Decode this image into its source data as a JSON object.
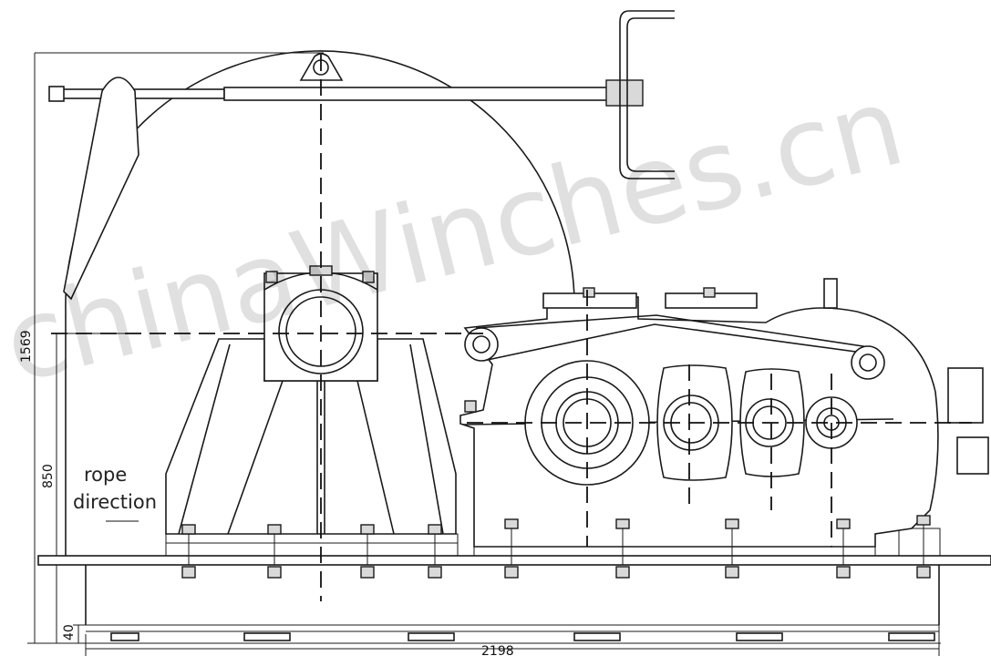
{
  "drawing": {
    "dimensions": {
      "overall_height": "1569",
      "axis_height": "850",
      "base_height": "40",
      "overall_length": "2198"
    },
    "labels": {
      "rope_line1": "rope",
      "rope_line2": "direction"
    },
    "watermark": "chinaWinches.cn"
  }
}
